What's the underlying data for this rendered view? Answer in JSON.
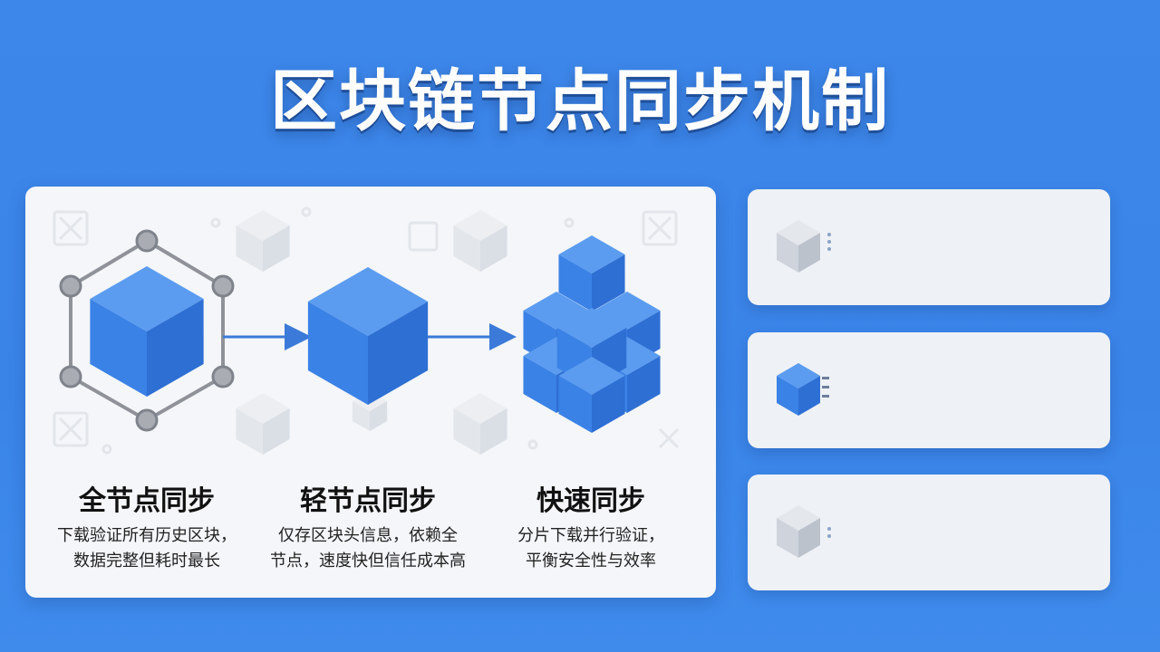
{
  "title": "区块链节点同步机制",
  "stages": [
    {
      "title": "全节点同步",
      "desc": [
        "下载验证所有历史区块，",
        "数据完整但耗时最长"
      ]
    },
    {
      "title": "轻节点同步",
      "desc": [
        "仅存区块头信息，依赖全",
        "节点，速度快但信任成本高"
      ]
    },
    {
      "title": "快速同步",
      "desc": [
        "分片下载并行验证，",
        "平衡安全性与效率"
      ]
    }
  ],
  "colors": {
    "background": "#3d87ea",
    "cube_top": "#5b9cf0",
    "cube_left": "#3b82e6",
    "cube_right": "#2e6fd4",
    "node": "#8f9299",
    "card": "#f4f6f9"
  },
  "icons": [
    "cube-icon",
    "network-node-icon",
    "arrow-right-icon"
  ]
}
